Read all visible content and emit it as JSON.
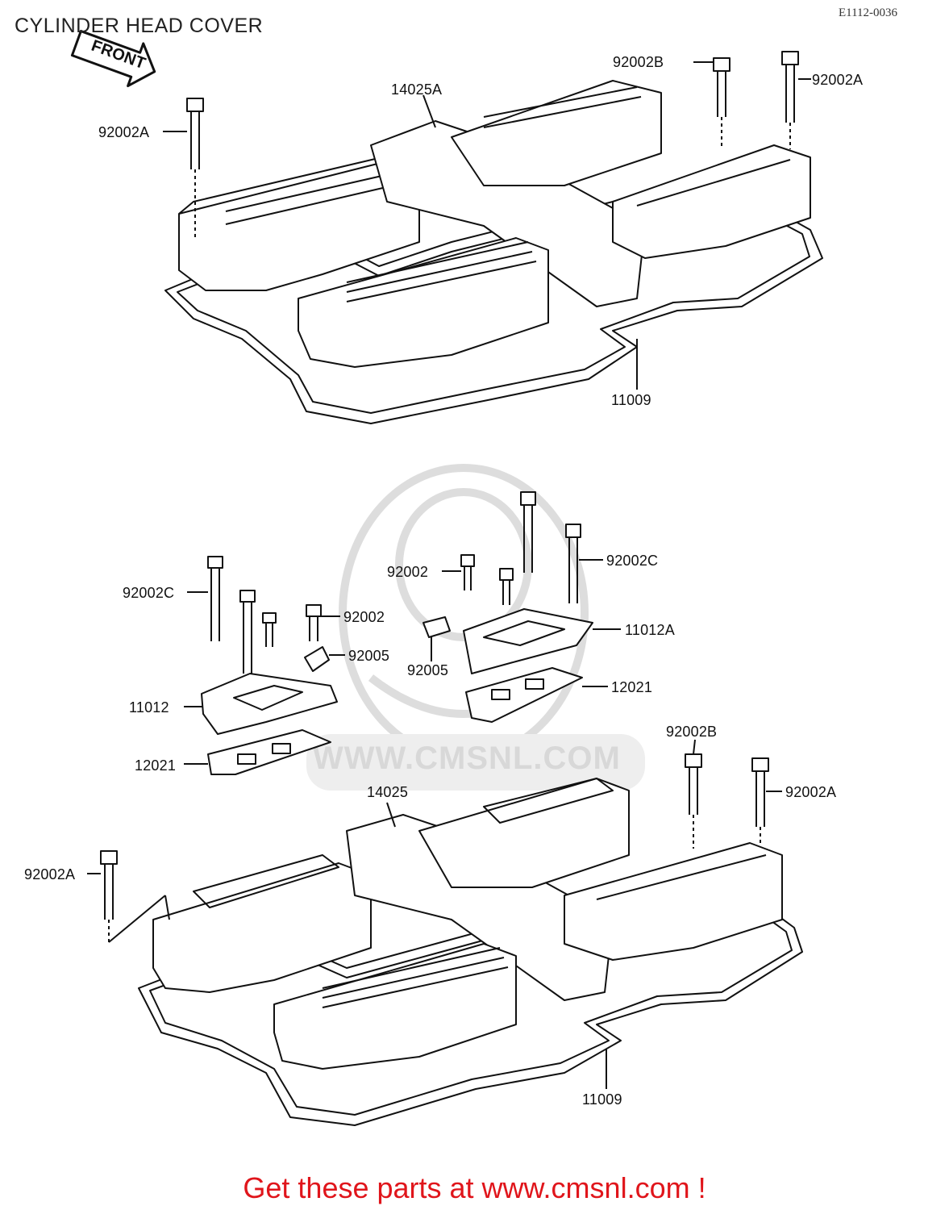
{
  "title": "CYLINDER HEAD COVER",
  "reference": "E1112-0036",
  "front_arrow_label": "FRONT",
  "watermark": "WWW.CMSNL.COM",
  "footer": "Get these parts at www.cmsnl.com !",
  "upper_assembly": {
    "cover": "14025A",
    "gasket": "11009",
    "bolt_left": "92002A",
    "bolt_top_center": "92002B",
    "bolt_top_right": "92002A"
  },
  "middle_assembly": {
    "left_bolt_long": "92002C",
    "left_bolt_short": "92002",
    "left_cap": "92005",
    "left_plate": "11012",
    "left_gasket": "12021",
    "right_bolt_short": "92002",
    "right_bolt_long": "92002C",
    "right_cap": "92005",
    "right_plate": "11012A",
    "right_gasket": "12021"
  },
  "lower_assembly": {
    "cover": "14025",
    "gasket": "11009",
    "bolt_left": "92002A",
    "bolt_top_center": "92002B",
    "bolt_top_right": "92002A"
  }
}
